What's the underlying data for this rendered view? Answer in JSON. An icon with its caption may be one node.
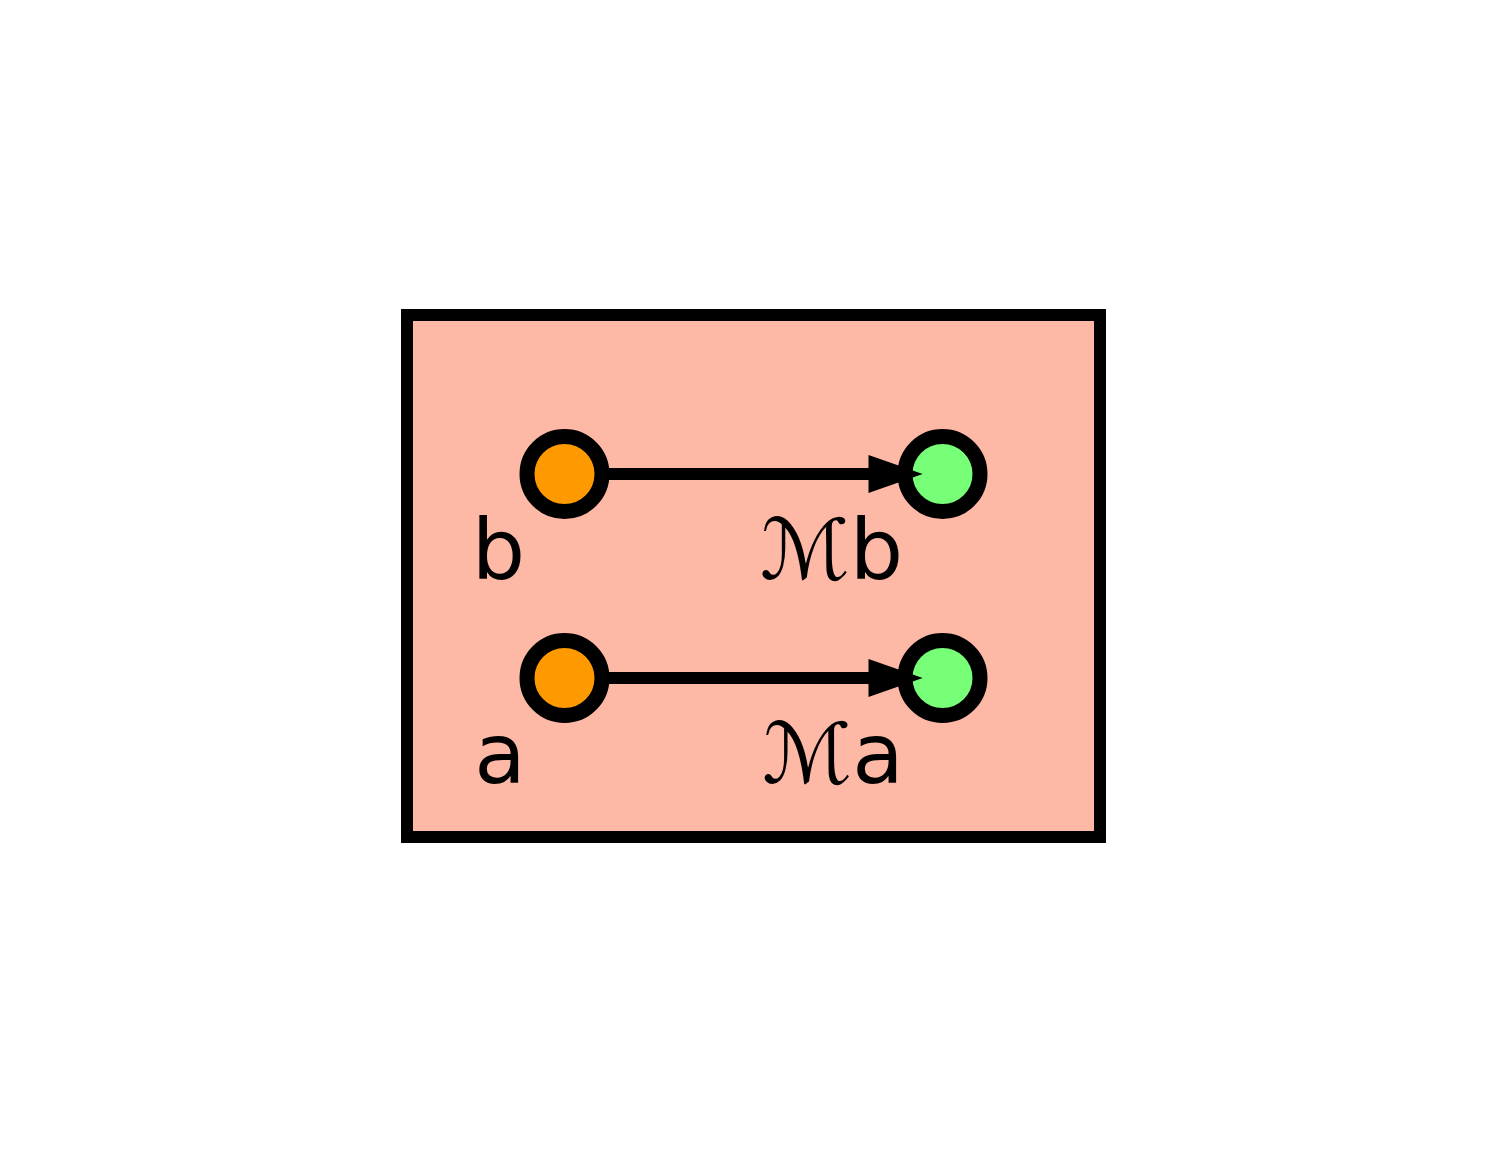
{
  "diagram": {
    "nodes": [
      {
        "text": [],
        "shape": "polygon"
      },
      {
        "text": [],
        "shape": "circle",
        "beside": [
          "b"
        ],
        "in": 0
      },
      {
        "text": [],
        "shape": "circle",
        "beside": [
          "a"
        ],
        "in": 0
      },
      {
        "text": [],
        "shape": "circle",
        "beside": [
          "ℳb"
        ],
        "in": 0
      },
      {
        "text": [],
        "shape": "circle",
        "beside": [
          "ℳa"
        ],
        "in": 0
      }
    ],
    "edges": [
      {
        "from": 1,
        "to": 3,
        "arrow": "to"
      },
      {
        "from": 2,
        "to": 4,
        "arrow": "to"
      }
    ]
  }
}
